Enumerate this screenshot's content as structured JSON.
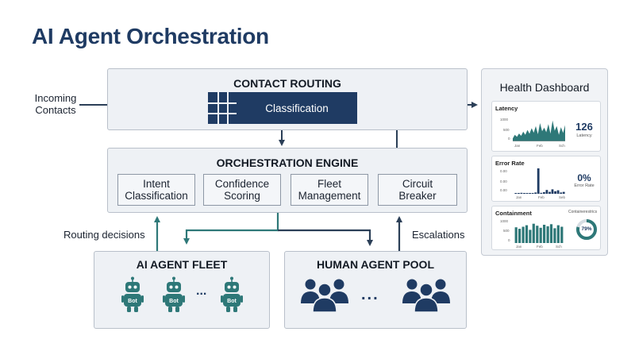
{
  "title": "AI Agent Orchestration",
  "incoming": {
    "line1": "Incoming",
    "line2": "Contacts"
  },
  "contact_routing": {
    "heading": "CONTACT ROUTING",
    "classification": "Classification"
  },
  "orchestration": {
    "heading": "ORCHESTRATION ENGINE",
    "modules": [
      {
        "line1": "Intent",
        "line2": "Classification"
      },
      {
        "line1": "Confidence",
        "line2": "Scoring"
      },
      {
        "line1": "Fleet",
        "line2": "Management"
      },
      {
        "line1": "Circuit",
        "line2": "Breaker"
      }
    ]
  },
  "labels": {
    "routing_decisions": "Routing decisions",
    "escalations": "Escalations"
  },
  "ai_fleet": {
    "heading": "AI AGENT FLEET",
    "bot_label": "Bot",
    "ellipsis": "..."
  },
  "human_pool": {
    "heading": "HUMAN AGENT POOL",
    "ellipsis": "..."
  },
  "dashboard": {
    "title": "Health Dashboard",
    "latency": {
      "title": "Latency",
      "value": "126",
      "sub": "Latency",
      "y_ticks": [
        "1000",
        "500",
        "0"
      ],
      "x_ticks": [
        "Jan",
        "Feb",
        "Sch"
      ]
    },
    "error_rate": {
      "title": "Error Rate",
      "value": "0%",
      "sub": "Error Rate",
      "y_ticks": [
        "0.00",
        "0.00",
        "0.00"
      ],
      "x_ticks": [
        "Jan",
        "Feb",
        "Seb"
      ]
    },
    "containment": {
      "title": "Containment",
      "extra": "Containerestrics",
      "gauge": "79%",
      "y_ticks": [
        "1000",
        "500",
        "0"
      ],
      "x_ticks": [
        "Jan",
        "Feb",
        "Sch"
      ]
    }
  },
  "colors": {
    "navy": "#1f3b63",
    "teal": "#2e7878",
    "arrow": "#2b3f57"
  },
  "chart_data": [
    {
      "type": "area",
      "title": "Latency",
      "ylim": [
        0,
        1000
      ],
      "values": [
        120,
        260,
        180,
        310,
        220,
        380,
        260,
        450,
        300,
        520,
        340,
        600,
        280,
        720,
        400,
        540,
        360,
        680,
        300,
        820,
        420,
        600,
        260,
        560,
        330,
        640
      ]
    },
    {
      "type": "bar",
      "title": "Error Rate",
      "values": [
        0.2,
        0.1,
        0.3,
        0.1,
        0.2,
        0.1,
        0.2,
        0.4,
        8,
        0.3,
        0.5,
        1.2,
        0.6,
        1.4,
        0.8,
        1.1,
        0.4,
        0.6
      ]
    },
    {
      "type": "bar",
      "title": "Containment",
      "ylim": [
        0,
        1000
      ],
      "values": [
        620,
        560,
        640,
        700,
        520,
        760,
        680,
        600,
        720,
        660,
        740,
        580,
        700,
        640
      ]
    },
    {
      "type": "pie",
      "title": "Containment gauge",
      "values": [
        79,
        21
      ]
    }
  ]
}
